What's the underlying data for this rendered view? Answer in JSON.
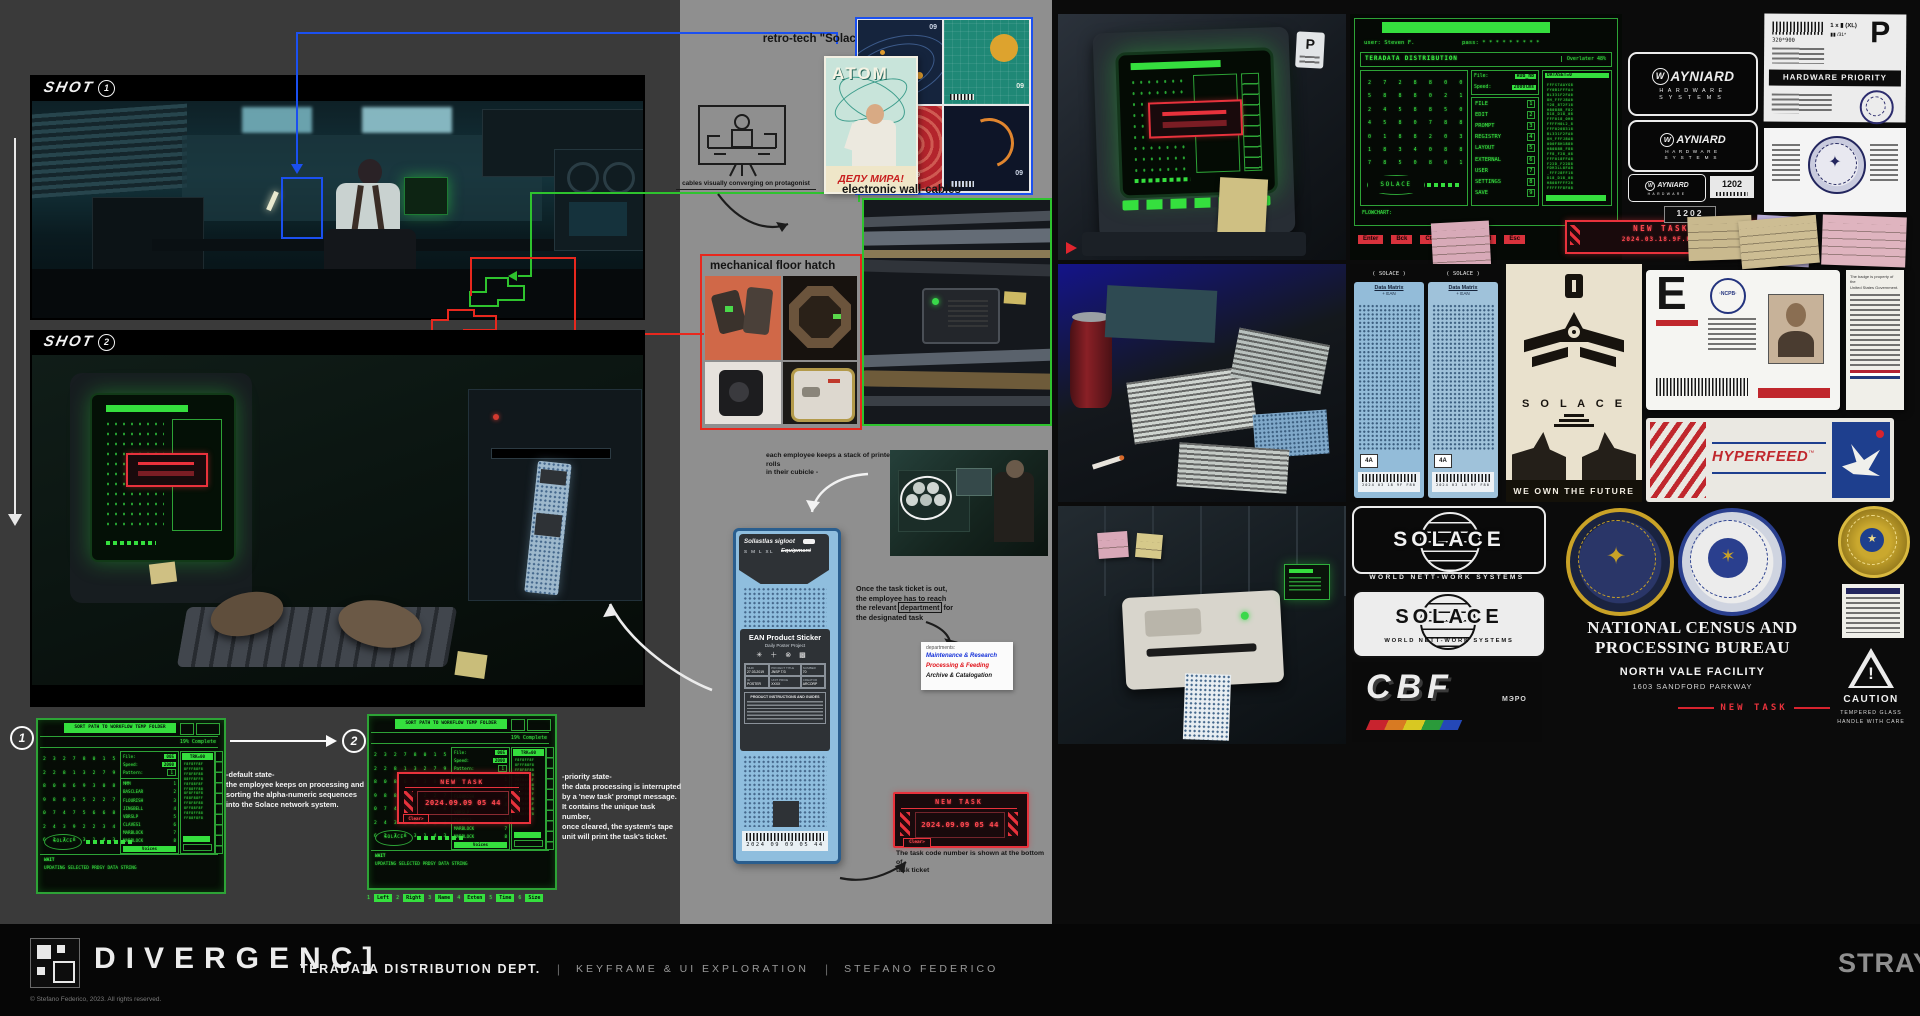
{
  "colors": {
    "annotation_blue": "#1b50f0",
    "annotation_green": "#2ec32e",
    "annotation_red": "#e8281e",
    "terminal_green": "#3bef45",
    "alert_red": "#e8323c",
    "panel_dark": "#3a3a3a",
    "panel_mid": "#8f8f8f"
  },
  "shot1": {
    "label": "SHOT",
    "num": "1"
  },
  "shot2": {
    "label": "SHOT",
    "num": "2"
  },
  "markers": {
    "m1": "1",
    "m2": "2"
  },
  "notes": {
    "poster_label": "retro-tech \"Solace\" poster",
    "sketch_caption": "cables visually converging on protagonist",
    "wall_cables": "electronic wall-cables",
    "floor_hatch": "mechanical floor hatch",
    "paper_rolls": "each employee keeps a stack of printer paper-rolls\nin their cubicle -",
    "ticket_line1": "Once the task ticket is out,",
    "ticket_line2": "the employee has to reach",
    "ticket_line3a": "the relevant",
    "ticket_boxed": "department",
    "ticket_line3b": "for",
    "ticket_line4": "the designated task",
    "task_code": "The task code number is shown at the bottom of\ntask ticket",
    "default_title": "-default state-",
    "default_body": "the employee keeps on processing and\nsorting the alpha-numeric sequences\ninto the Solace network system.",
    "priority_title": "-priority state-",
    "priority_body": "the data processing is interrupted\nby a 'new task' prompt message.\nIt contains the unique task number,\nonce cleared, the system's tape\nunit will print the task's ticket."
  },
  "departments": {
    "title": "departments:",
    "item1": {
      "label": "Maintenance & Research",
      "color": "#1430d8"
    },
    "item2": {
      "label": "Processing & Feeding",
      "color": "#e01118"
    },
    "item3": {
      "label": "Archive & Catalogation",
      "color": "#161616"
    }
  },
  "terminal": {
    "header": "SORT PATH TO WORKFLOW TEMP FOLDER",
    "progress": "19% Complete",
    "file_label": "File:",
    "file_value": "005",
    "speed_label": "Speed:",
    "speed_value": "2000",
    "pattern_label": "Pattern:",
    "pattern_value": "1",
    "sounds": [
      {
        "name": "MMM",
        "n": "1"
      },
      {
        "name": "BASCLEAR",
        "n": "2"
      },
      {
        "name": "FLOURISH",
        "n": "3"
      },
      {
        "name": "JINGBELL",
        "n": "4"
      },
      {
        "name": "VBRSLP",
        "n": "5"
      },
      {
        "name": "CLAVES1",
        "n": "6"
      },
      {
        "name": "MARBLOCK",
        "n": "7"
      },
      {
        "name": "MARBLOCK",
        "n": "8"
      }
    ],
    "sound_footer": "Voices",
    "trk": "TRK=00",
    "matrix": "F8F8FF8F\n8FFF88F8\nFF8F8F88\n88FF8FF8\nF8F88F8F\nFF88FF88\n8F8FF8F8\nF88F88FF\nFF8F8F88\n8FF88F8F\nF8F8FF88\nFF88F8F8",
    "grid": "2 3 2 7 8 0 1 5\n2 2 8 1 3 2 7 9\n8 0 8 6 9 3 0 8\n9 8 8 3 5 2 2 7\n0 7 4 7 5 6 6 8\n2 4 3 9 2 2 3 4\n6 2 7 8 3 1 4 3",
    "brand": "SOLACE",
    "status1": "WAIT",
    "status2": "UPDATING SELECTED PRDSY DATA STRING",
    "fkeys": [
      {
        "n": "1",
        "label": "Left"
      },
      {
        "n": "2",
        "label": "Right"
      },
      {
        "n": "3",
        "label": "Name"
      },
      {
        "n": "4",
        "label": "Exten"
      },
      {
        "n": "5",
        "label": "Time"
      },
      {
        "n": "6",
        "label": "Size"
      }
    ]
  },
  "new_task": {
    "title": "NEW TASK",
    "code": "2024.09.09 05 44",
    "clear": "Clear>"
  },
  "posters": {
    "atom_title": "АТОМ",
    "atom_caption": "ДЕЛУ МИРА!",
    "num": "09"
  },
  "ean": {
    "brand": "Sollastlas sigloot",
    "equipment": "Equipment",
    "sizes": "S M L XL",
    "title": "EAN Product Sticker",
    "subtitle": "Daily Poster Project",
    "h1": "MHD",
    "v1": "27.03.2019",
    "h2": "PROJECT TITLE",
    "v2": "JNSP T/3",
    "h3": "NUMBER",
    "v3": "70",
    "h4": "ID",
    "v4": "POSTER",
    "h5": "UNIT PRICE",
    "v5": "XXXX",
    "h6": "CREATOR",
    "v6": "ARCORP",
    "instructions": "PRODUCT INSTRUCTIONS AND GUIDES",
    "barcode": "2024 09 09 05 44"
  },
  "flat_ui": {
    "user": "user: Steven F.",
    "pass": "pass: * * * * * * * * *",
    "title": "TERADATA DISTRIBUTION",
    "overlater": "Overlater 48%",
    "file_label": "File:",
    "file_value": "ROB_hb",
    "speed_label": "Speed:",
    "speed_value": "2000lms",
    "dataset": "DATASET=0",
    "dataset_lines": "FFFSTAAYG8\nFY0B1FFFA4\nBL331F2FA0\n8H_FFFJ8A0\nY28_8T2F18\nH8088B_F82\nD18_D18_08\nFFF018_0H8\nFFFFH0L2_8\nFFF0208318\nBL331F2FA0\n8H_FFFJ8A8\n000F8H1880\nH8088B_F88\nFF8_F28_08\nFFF018FFA8\nF22D_F22D8\nFDR3LL8FA8\n_FFFJ8FF18\nD18_D18_08\nH808FFFF28\nFFFFFF8F08",
    "grid": "2 7 2 8 8 0 0\n5 8 8 8 0 2 1\n2 4 5 8 8 5 0\n4 5 8 0 7 8 8\n0 1 8 8 2 0 3\n1 8 3 4 0 8 8\n7 8 5 0 8 0 1",
    "menu": [
      {
        "label": "FILE",
        "n": "1"
      },
      {
        "label": "EDIT",
        "n": "2"
      },
      {
        "label": "PROMPT",
        "n": "3"
      },
      {
        "label": "REGISTRY",
        "n": "4"
      },
      {
        "label": "LAYOUT",
        "n": "5"
      },
      {
        "label": "EXTERNAL",
        "n": "6"
      },
      {
        "label": "USER",
        "n": "7"
      },
      {
        "label": "SETTINGS",
        "n": "8"
      },
      {
        "label": "SAVE",
        "n": "9"
      }
    ],
    "brand": "SOLACE",
    "flowchart": "FLOWCHART:",
    "keys": [
      {
        "label": "Enter"
      },
      {
        "label": "Bck"
      },
      {
        "label": "Ctrl"
      },
      {
        "label": "Opt"
      },
      {
        "label": "Del"
      },
      {
        "label": "Esc"
      }
    ]
  },
  "right": {
    "crt_sticker": "P",
    "new_task_banner": {
      "title": "NEW TASK",
      "code": "2024.03.18.9F.F80"
    },
    "wayniard": {
      "w": "W",
      "rest": "AYNIARD",
      "hardware": "HARDWARE",
      "systems": "SYSTEMS",
      "tag": "1202"
    },
    "hardware": {
      "num": "320*900",
      "opt1": "1 x ▮ (XL)",
      "opt2": "▮▮ /31*",
      "p": "P",
      "title": "HARDWARE PRIORITY"
    },
    "dm": {
      "brand": "( SOLACE )",
      "label": "Data Matrix",
      "ean": "+ EAN",
      "code": "4A",
      "date": "2024 03 18 9F F80"
    },
    "pyramid": {
      "name": "S O L A C E",
      "slogan": "WE OWN THE FUTURE"
    },
    "badge": {
      "letter": "E",
      "org": "·NCPB·",
      "note": "The badge is property of the\nUnited States Government."
    },
    "hyperfeed": {
      "name": "HYPERFEED",
      "tm": "™"
    },
    "solace1": {
      "name": "SOLACE",
      "sub": "WORLD NETT-WORK SYSTEMS"
    },
    "solace2": {
      "name": "SOLACE",
      "sub": "WORLD NETT-WORK SYSTEMS"
    },
    "cbf": {
      "name": "CBF",
      "sub": "МЭРО"
    },
    "bureau": {
      "line1": "NATIONAL CENSUS AND",
      "line2": "PROCESSING BUREAU",
      "facility": "NORTH VALE FACILITY",
      "address": "1603 SANDFORD PARKWAY"
    },
    "caution": {
      "mark": "!",
      "t1": "CAUTION",
      "t2": "TEMPERED GLASS",
      "t3": "HANDLE WITH CARE"
    },
    "new_task_label": "NEW TASK"
  },
  "footer": {
    "logo": "DIVERGENC]",
    "copyright": "© Stefano Federico, 2023. All rights reserved.",
    "dept": "TERADATA DISTRIBUTION DEPT.",
    "sep1": "|",
    "exploration": "KEYFRAME & UI EXPLORATION",
    "sep2": "|",
    "author": "STEFANO FEDERICO",
    "brand": "STRAY"
  }
}
